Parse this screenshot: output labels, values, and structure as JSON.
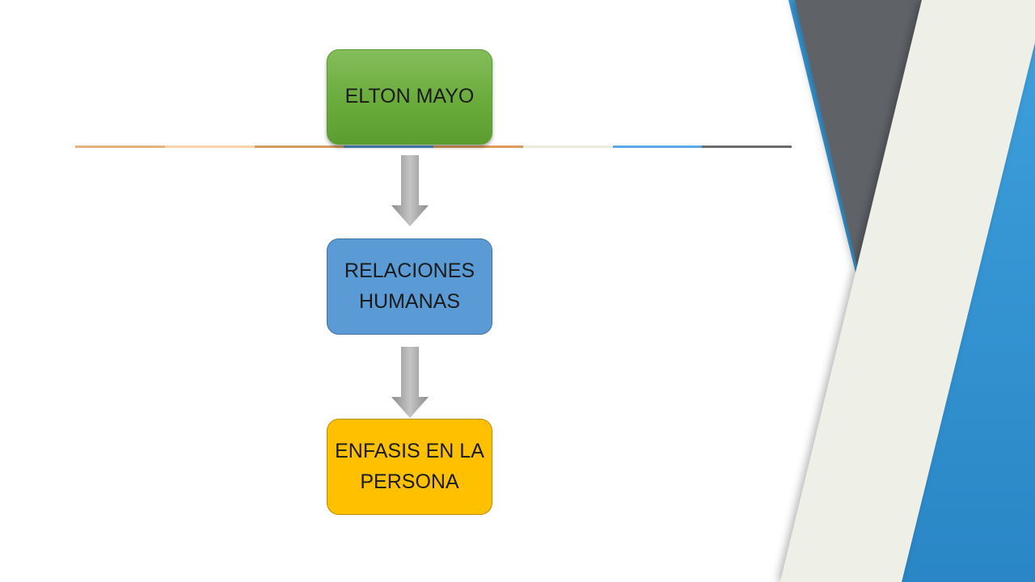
{
  "diagram": {
    "nodes": [
      {
        "id": "elton-mayo",
        "label": "ELTON MAYO",
        "color": "#70AD47"
      },
      {
        "id": "relaciones-humanas",
        "label": "RELACIONES HUMANAS",
        "color": "#5B9BD5"
      },
      {
        "id": "enfasis-persona",
        "label": "ENFASIS EN LA PERSONA",
        "color": "#FFC000"
      }
    ],
    "edges": [
      {
        "from": "elton-mayo",
        "to": "relaciones-humanas"
      },
      {
        "from": "relaciones-humanas",
        "to": "enfasis-persona"
      }
    ]
  },
  "theme": {
    "accent_blue": "#3A9AD9",
    "accent_dark": "#5F6368",
    "accent_cream": "#EEF0E7",
    "arrow_gray": "#A6A6A6",
    "rule_colors": [
      "#E8B27D",
      "#F6D3AE",
      "#D69A61",
      "#4A90C8",
      "#E09A5A",
      "#EDEBDD",
      "#5BA9E8",
      "#6B6B6B"
    ]
  }
}
